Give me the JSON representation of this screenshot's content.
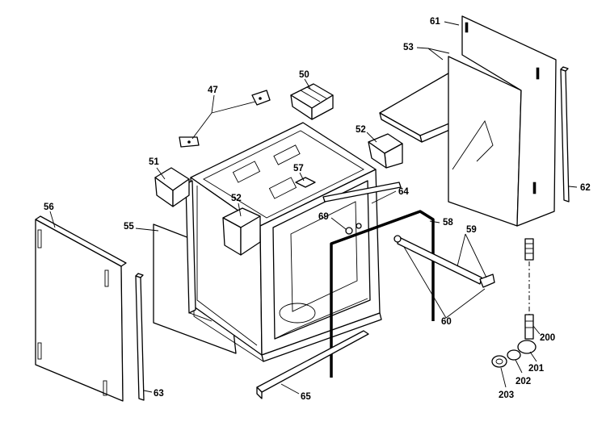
{
  "labels": {
    "p61": "61",
    "p53": "53",
    "p47": "47",
    "p50": "50",
    "p52a": "52",
    "p52b": "52",
    "p51": "51",
    "p57": "57",
    "p64": "64",
    "p69": "69",
    "p58": "58",
    "p59": "59",
    "p60": "60",
    "p56": "56",
    "p55": "55",
    "p62": "62",
    "p63": "63",
    "p65": "65",
    "p200": "200",
    "p201": "201",
    "p202": "202",
    "p203": "203"
  }
}
